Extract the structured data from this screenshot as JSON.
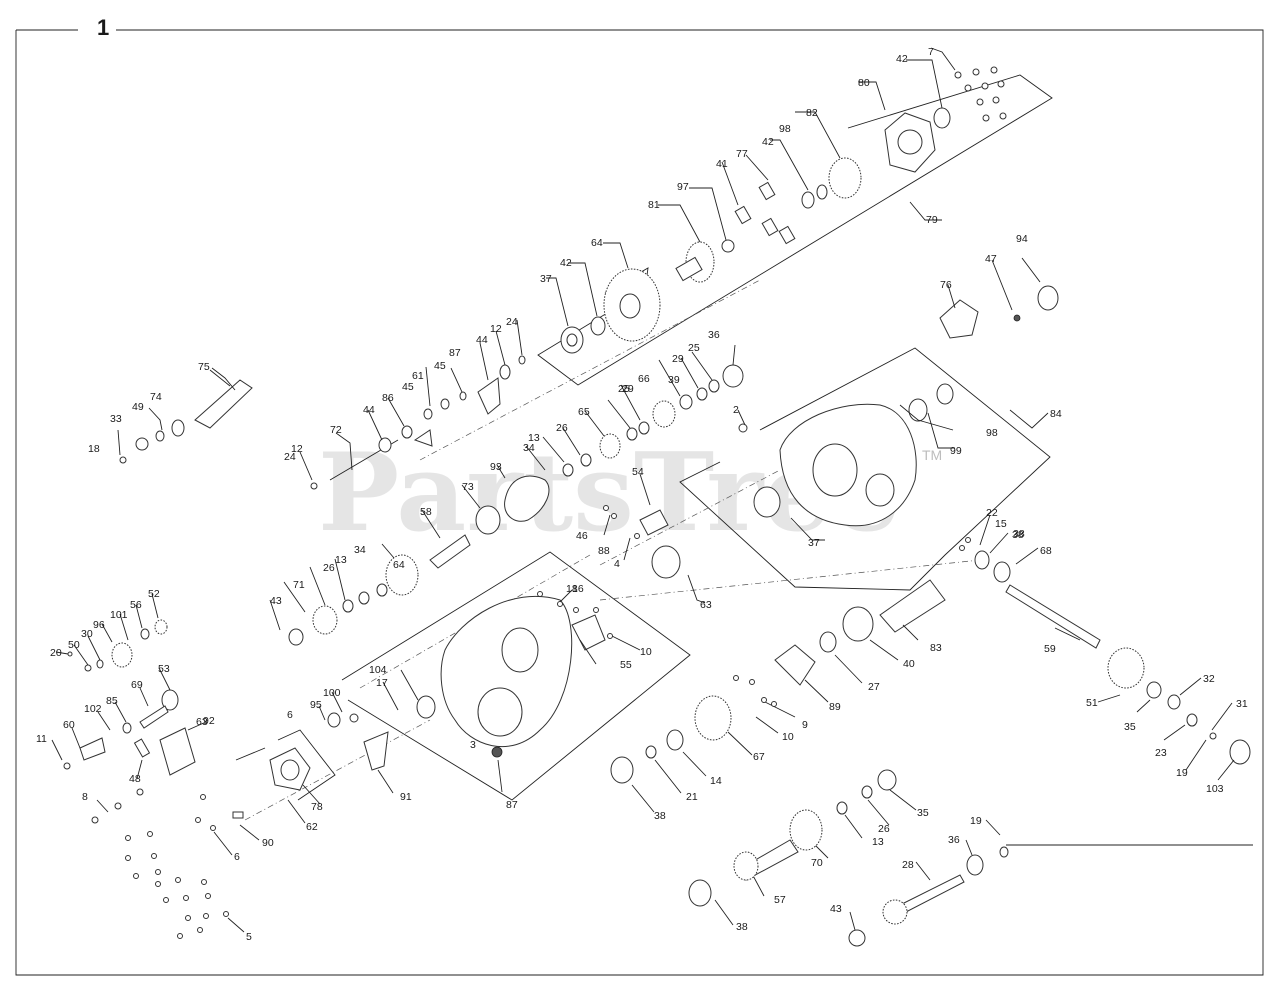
{
  "figure": {
    "number": "1",
    "watermark": "PartsTree",
    "watermark_tm": "TM"
  },
  "labels": [
    "1",
    "2",
    "3",
    "4",
    "5",
    "6",
    "6",
    "7",
    "8",
    "9",
    "10",
    "10",
    "11",
    "12",
    "12",
    "13",
    "13",
    "13",
    "14",
    "15",
    "16",
    "17",
    "18",
    "18",
    "19",
    "19",
    "20",
    "21",
    "22",
    "23",
    "24",
    "24",
    "25",
    "25",
    "26",
    "26",
    "26",
    "27",
    "28",
    "29",
    "29",
    "30",
    "31",
    "32",
    "33",
    "34",
    "34",
    "35",
    "35",
    "36",
    "36",
    "37",
    "37",
    "38",
    "38",
    "38",
    "38",
    "39",
    "40",
    "41",
    "42",
    "42",
    "42",
    "43",
    "43",
    "44",
    "44",
    "45",
    "45",
    "46",
    "47",
    "48",
    "49",
    "50",
    "51",
    "52",
    "53",
    "54",
    "55",
    "56",
    "57",
    "58",
    "59",
    "60",
    "61",
    "62",
    "63",
    "63",
    "64",
    "64",
    "65",
    "66",
    "67",
    "68",
    "69",
    "70",
    "71",
    "72",
    "73",
    "74",
    "75",
    "76",
    "77",
    "78",
    "79",
    "80",
    "81",
    "82",
    "83",
    "84",
    "85",
    "86",
    "87",
    "87",
    "88",
    "89",
    "90",
    "91",
    "92",
    "93",
    "94",
    "95",
    "96",
    "97",
    "98",
    "98",
    "99",
    "100",
    "101",
    "102",
    "103",
    "104",
    "106"
  ]
}
